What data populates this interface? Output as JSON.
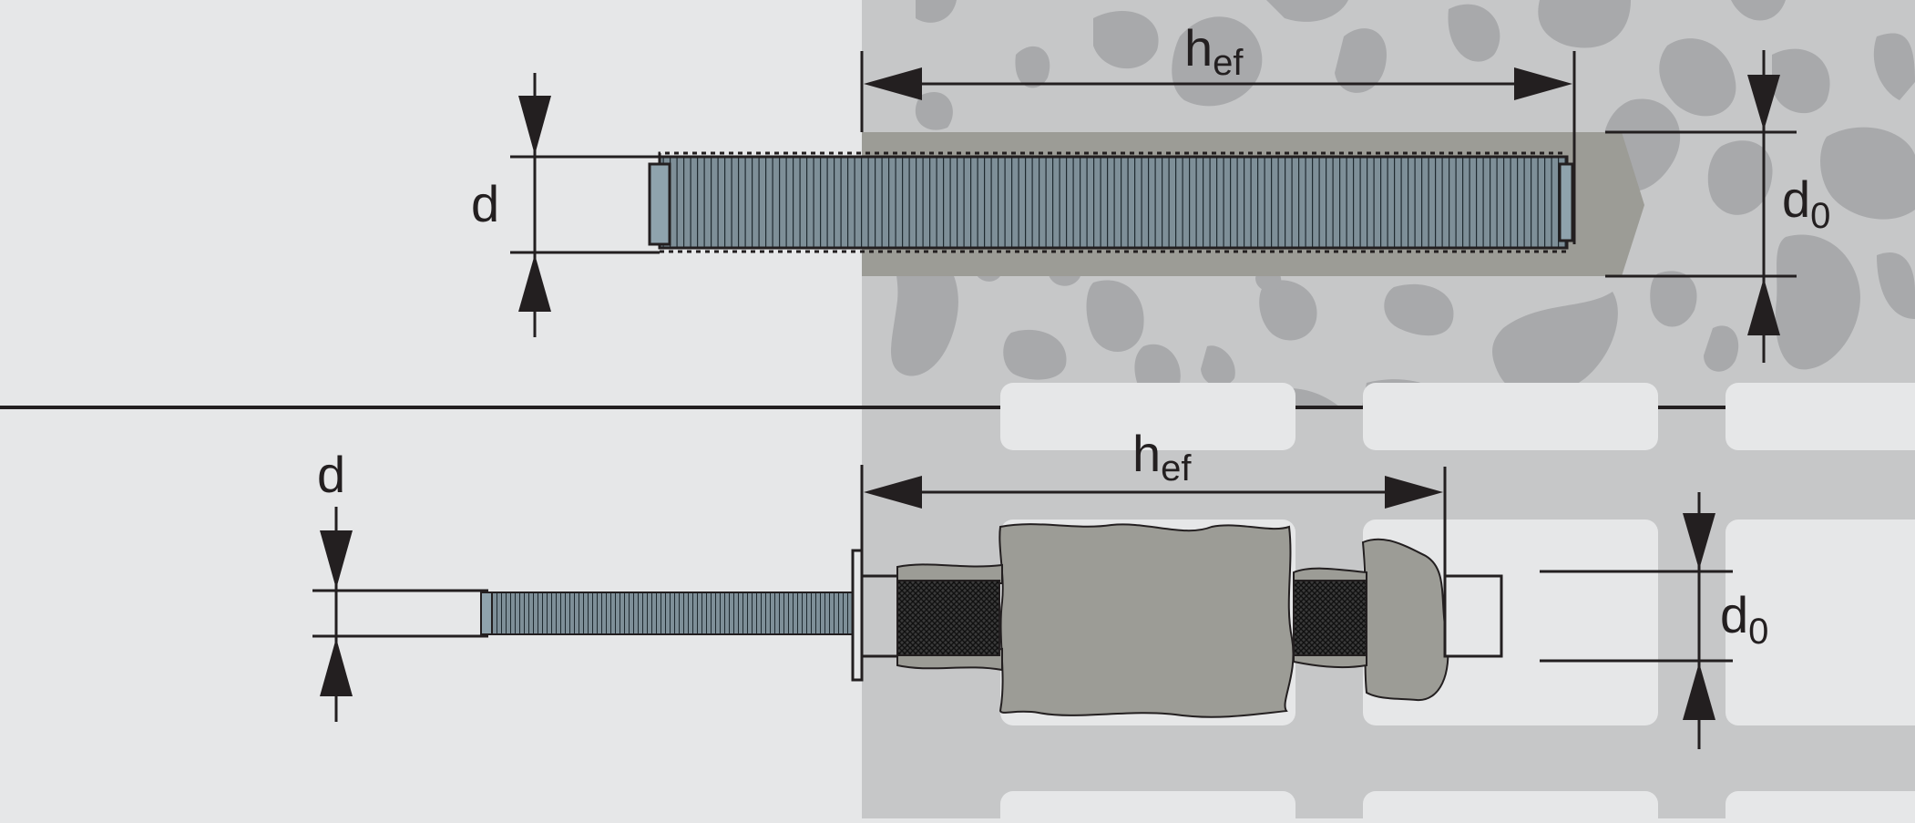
{
  "labels": {
    "solid_diameter": "d",
    "solid_embedment": "h",
    "solid_embedment_sub": "ef",
    "solid_hole_diameter": "d",
    "solid_hole_diameter_sub": "0",
    "hollow_diameter": "d",
    "hollow_embedment": "h",
    "hollow_embedment_sub": "ef",
    "hollow_hole_diameter": "d",
    "hollow_hole_diameter_sub": "0"
  },
  "colors": {
    "background": "#e6e7e8",
    "concrete": "#c6c7c8",
    "aggregate": "#a8a9ab",
    "mortar": "#9c9c96",
    "brick_void": "#e6e7e8",
    "rod": "#7e8f98",
    "rod_end": "#8fa3ad",
    "sleeve_mesh": "#2c2c2c",
    "line": "#231f20"
  }
}
